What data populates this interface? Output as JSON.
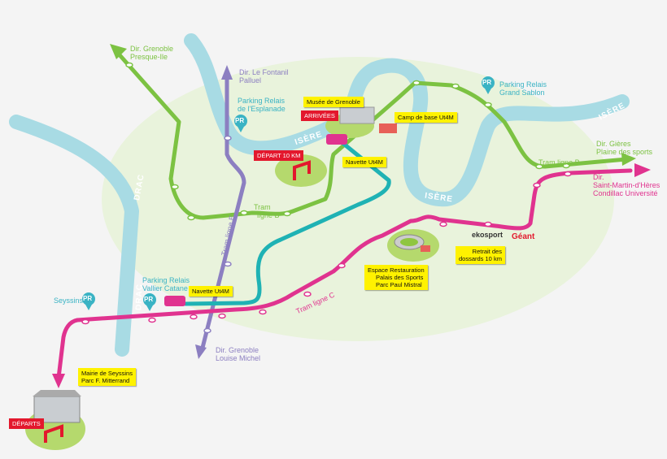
{
  "colors": {
    "background": "#f4f4f4",
    "zone": "#e9f3dc",
    "river": "#a8dbe4",
    "tram_b": "#7cc242",
    "tram_e": "#8c7fc1",
    "tram_c": "#e0338f",
    "navette": "#1fb2b4",
    "callout": "#fff200",
    "tag": "#e3182d"
  },
  "rivers": {
    "drac": "DRAC",
    "isere": "ISÈRE"
  },
  "lines": {
    "tram_b": "Tram ligne B",
    "tram_b_split": [
      "Tram",
      "ligne B"
    ],
    "tram_e": "Tram ligne E",
    "tram_c": "Tram ligne C"
  },
  "directions": {
    "presque_ile": [
      "Dir. Grenoble",
      "Presque-Ile"
    ],
    "fontanil": [
      "Dir. Le Fontanil",
      "Palluel"
    ],
    "gieres": [
      "Dir. Gières",
      "Plaine des sports"
    ],
    "smh": [
      "Dir.",
      "Saint-Martin-d'Hères",
      "Condillac Université"
    ],
    "louise_michel": [
      "Dir. Grenoble",
      "Louise Michel"
    ]
  },
  "parkings": {
    "esplanade": [
      "Parking Relais",
      "de l'Esplanade"
    ],
    "grand_sablon": [
      "Parking Relais",
      "Grand Sablon"
    ],
    "vallier": [
      "Parking Relais",
      "Vallier Catane"
    ],
    "seyssins": "Seyssins",
    "icon_text": "PR"
  },
  "callouts": {
    "musee": "Musée de Grenoble",
    "camp": "Camp de base Ut4M",
    "navette1": "Navette Ut4M",
    "navette2": "Navette Ut4M",
    "restauration": [
      "Espace Restauration",
      "Palais des Sports",
      "Parc Paul Mistral"
    ],
    "retrait": [
      "Retrait des",
      "dossards 10 km"
    ],
    "mairie": [
      "Mairie de Seyssins",
      "Parc F. Mitterrand"
    ]
  },
  "tags": {
    "arrivees": "ARRIVÉES",
    "depart10": "DÉPART 10 KM",
    "departs": "DÉPARTS"
  },
  "brands": {
    "ekosport": "ekosport",
    "geant": "Géant"
  }
}
